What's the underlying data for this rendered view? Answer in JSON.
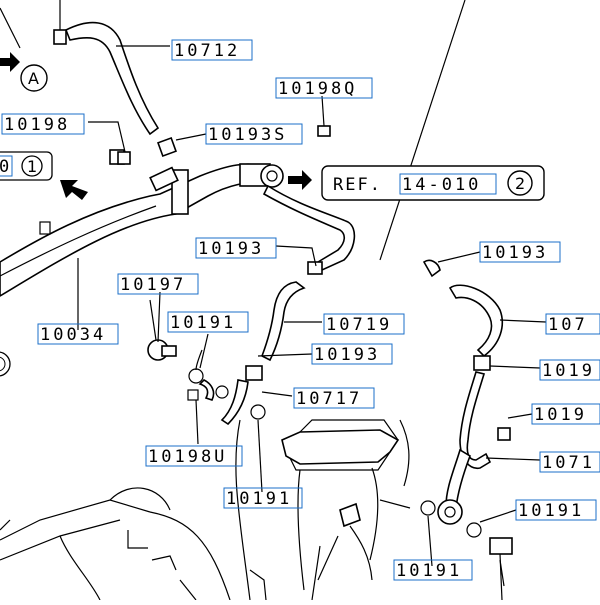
{
  "diagram": {
    "labels": {
      "p10712": "10712",
      "p10198q": "10198Q",
      "p10198": "10198",
      "p10193s": "10193S",
      "ref_prefix": "REF.",
      "ref_code": "14-010",
      "ref_circle": "2",
      "left_code": "0",
      "left_circle": "1",
      "marker_a": "A",
      "p10193_a": "10193",
      "p10193_b": "10193",
      "p10193_c": "10193",
      "p10197": "10197",
      "p10191_a": "10191",
      "p10719": "10719",
      "p10034": "10034",
      "p10717": "10717",
      "p10198u": "10198U",
      "p10191_b": "10191",
      "p10191_c": "10191",
      "p10191_d": "10191",
      "p107_r": "107",
      "p1019_r1": "1019",
      "p1019_r2": "1019",
      "p1071_r": "1071"
    }
  }
}
